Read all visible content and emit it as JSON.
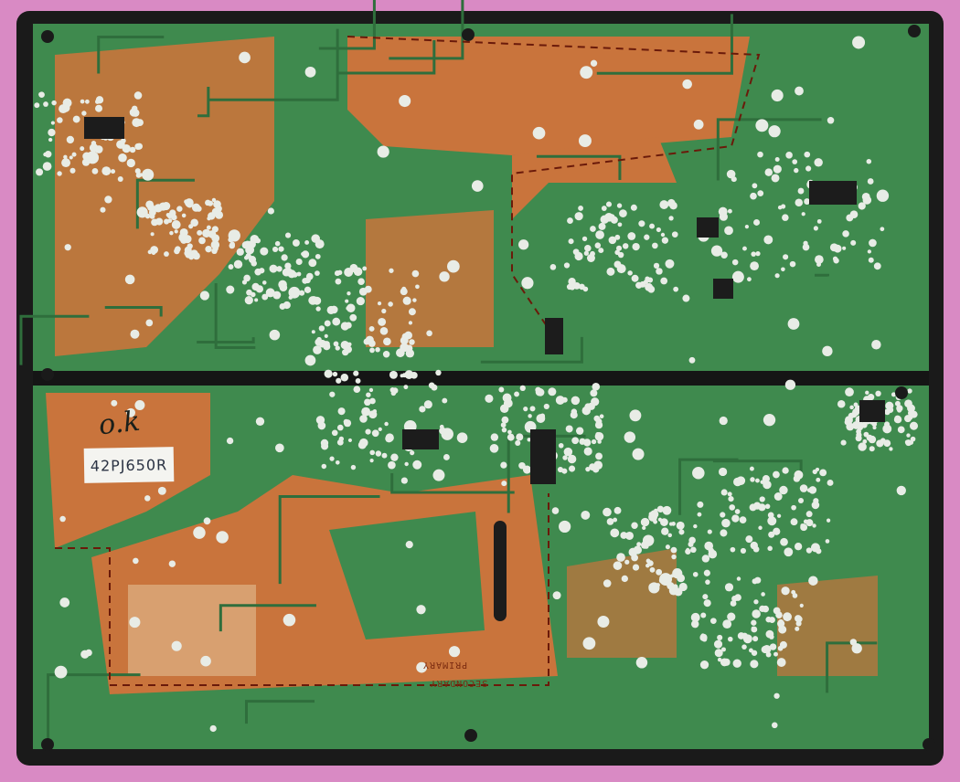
{
  "photo": {
    "subject": "pcb",
    "colors": {
      "background": "#d98ac4",
      "board_edge": "#1a1a1a",
      "solder_mask": "#3f8a4e",
      "copper": "#c9743c",
      "pads": "#e8ece6"
    }
  },
  "annotations": {
    "handwritten_note": "o.k",
    "sticker_label": "42PJ650R"
  },
  "silkscreen": {
    "primary": "PRIMARY",
    "secondary": "SECONDARY"
  }
}
